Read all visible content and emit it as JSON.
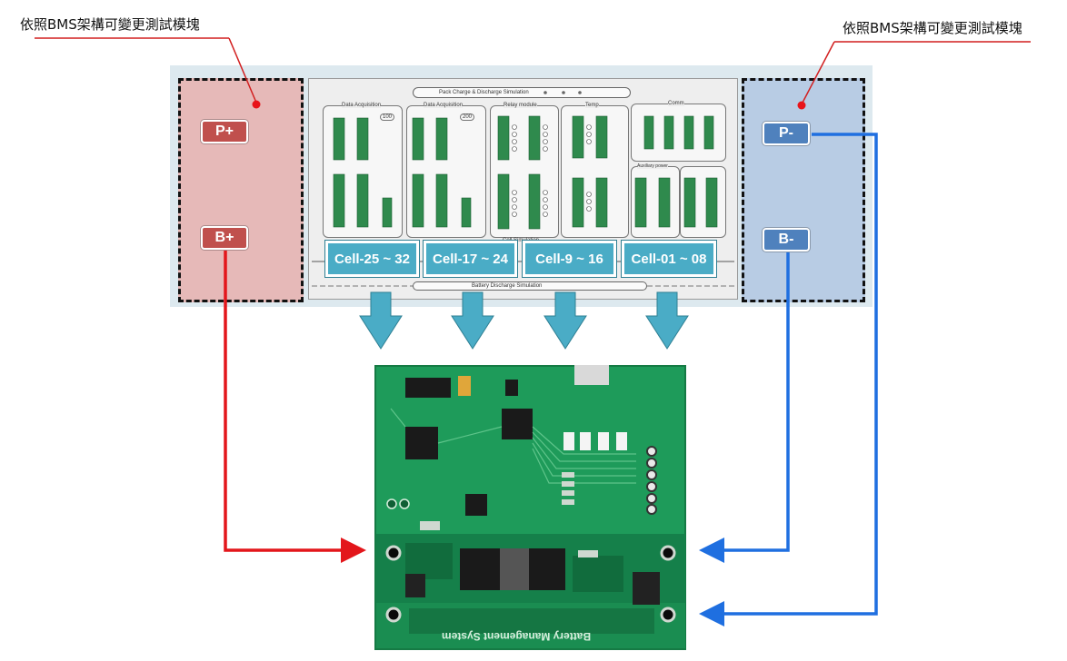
{
  "callouts": {
    "left": "依照BMS架構可變更測試模塊",
    "right": "依照BMS架構可變更測試模塊"
  },
  "terminals": {
    "p_plus": "P+",
    "b_plus": "B+",
    "p_minus": "P-",
    "b_minus": "B-"
  },
  "rack": {
    "top_bar": "Pack Charge & Discharge  Simulation",
    "bottom_bar": "Battery Discharge Simulation",
    "cell_sim": "Cell Simulation",
    "modules": [
      {
        "title": "Data Acquisition",
        "badge": "100"
      },
      {
        "title": "Data Acquisition",
        "badge": "200"
      },
      {
        "title": "Relay module",
        "badge": ""
      },
      {
        "title": "Temp",
        "badge": ""
      },
      {
        "title": "Comm",
        "badge": ""
      },
      {
        "title": "Auxiliary power",
        "badge": ""
      }
    ]
  },
  "cells": [
    "Cell-25 ~ 32",
    "Cell-17 ~ 24",
    "Cell-9 ~ 16",
    "Cell-01 ~ 08"
  ],
  "pcb": {
    "label": "Battery Management System"
  },
  "colors": {
    "red_wire": "#e3161b",
    "blue_wire": "#1f6fe0",
    "pcb_green": "#1e9b5a",
    "arrow": "#4aacc6"
  }
}
